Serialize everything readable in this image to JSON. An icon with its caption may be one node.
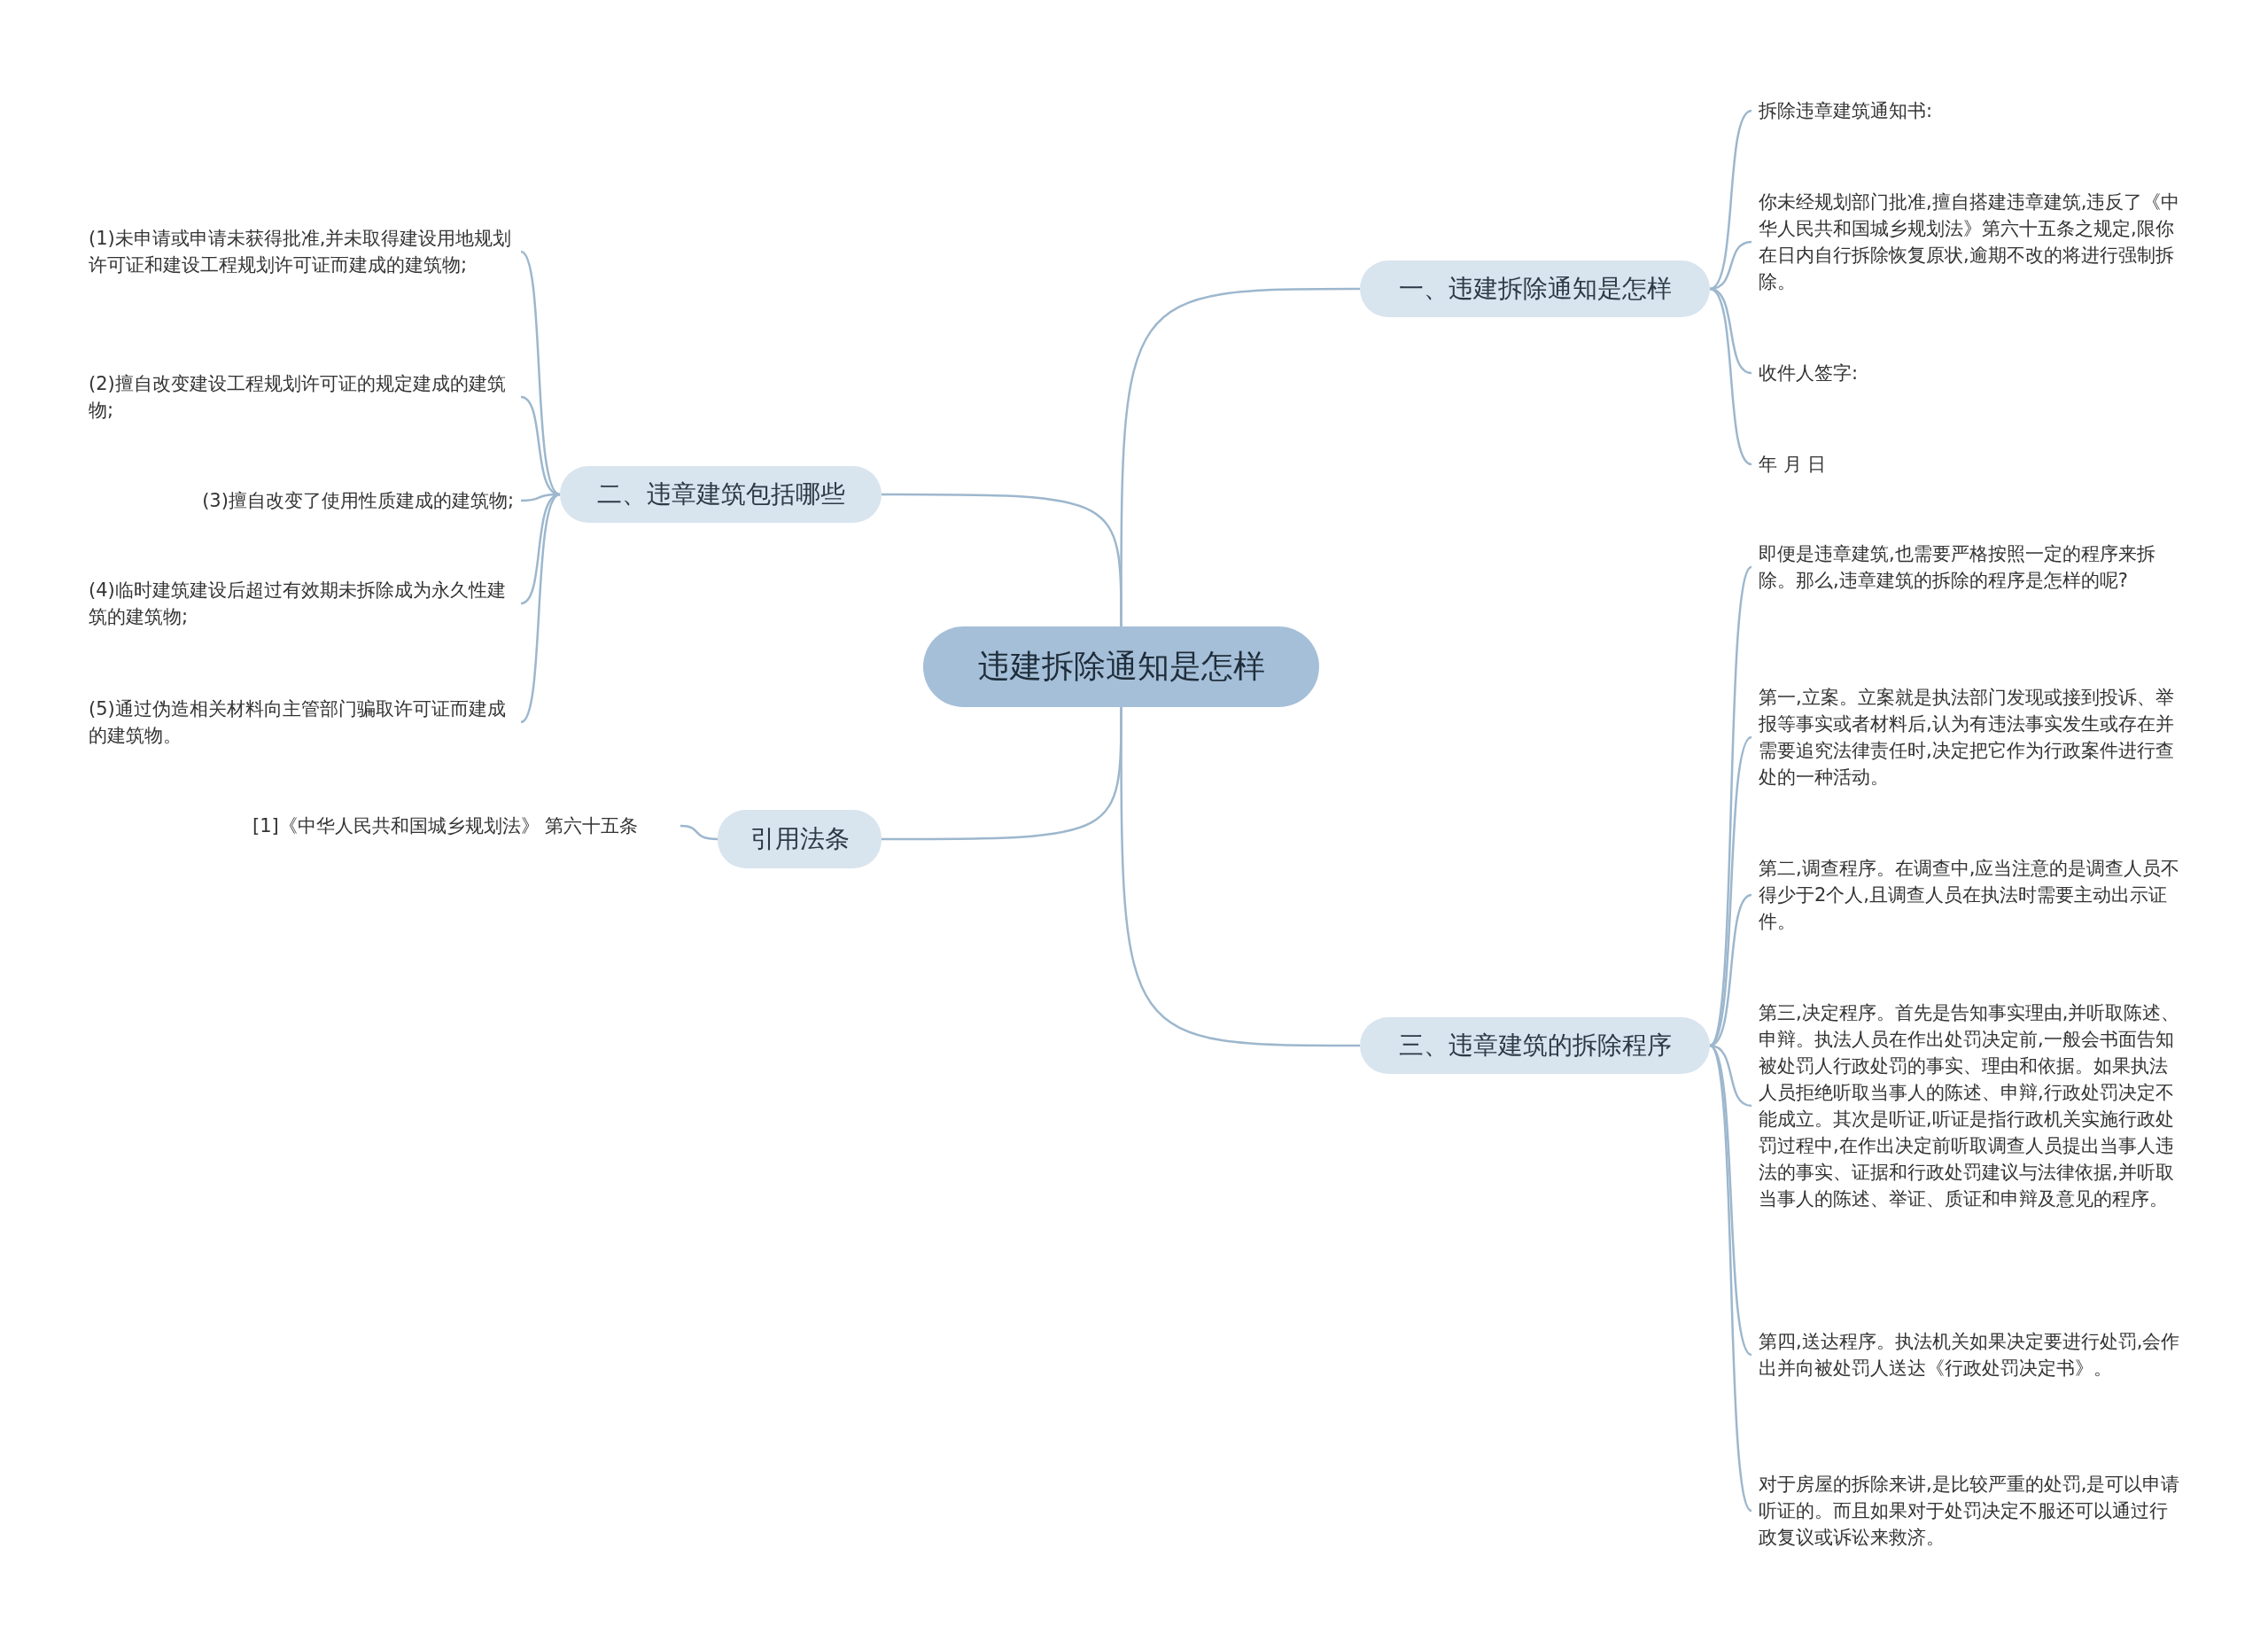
{
  "diagram": {
    "nodes": [
      {
        "text": [
          "违建拆除通知是怎样"
        ]
      },
      {
        "text": [
          "一、违建拆除通知是怎样"
        ]
      },
      {
        "text": [
          "拆除违章建筑通知书:"
        ]
      },
      {
        "text": [
          "你未经规划部门批准,擅自搭建违章建筑,违反了《中华人民共和国城乡规划法》第六十五条之规定,限你在日内自行拆除恢复原状,逾期不改的将进行强制拆除。"
        ]
      },
      {
        "text": [
          "收件人签字:"
        ]
      },
      {
        "text": [
          "年  月  日"
        ]
      },
      {
        "text": [
          "二、违章建筑包括哪些"
        ]
      },
      {
        "text": [
          "(1)未申请或申请未获得批准,并未取得建设用地规划许可证和建设工程规划许可证而建成的建筑物;"
        ]
      },
      {
        "text": [
          "(2)擅自改变建设工程规划许可证的规定建成的建筑物;"
        ]
      },
      {
        "text": [
          "(3)擅自改变了使用性质建成的建筑物;"
        ]
      },
      {
        "text": [
          "(4)临时建筑建设后超过有效期未拆除成为永久性建筑的建筑物;"
        ]
      },
      {
        "text": [
          "(5)通过伪造相关材料向主管部门骗取许可证而建成的建筑物。"
        ]
      },
      {
        "text": [
          "引用法条"
        ]
      },
      {
        "text": [
          "[1]《中华人民共和国城乡规划法》 第六十五条"
        ]
      },
      {
        "text": [
          "三、违章建筑的拆除程序"
        ]
      },
      {
        "text": [
          "即便是违章建筑,也需要严格按照一定的程序来拆除。那么,违章建筑的拆除的程序是怎样的呢?"
        ]
      },
      {
        "text": [
          "第一,立案。立案就是执法部门发现或接到投诉、举报等事实或者材料后,认为有违法事实发生或存在并需要追究法律责任时,决定把它作为行政案件进行查处的一种活动。"
        ]
      },
      {
        "text": [
          "第二,调查程序。在调查中,应当注意的是调查人员不得少于2个人,且调查人员在执法时需要主动出示证件。"
        ]
      },
      {
        "text": [
          "第三,决定程序。首先是告知事实理由,并听取陈述、申辩。执法人员在作出处罚决定前,一般会书面告知被处罚人行政处罚的事实、理由和依据。如果执法人员拒绝听取当事人的陈述、申辩,行政处罚决定不能成立。其次是听证,听证是指行政机关实施行政处罚过程中,在作出决定前听取调查人员提出当事人违法的事实、证据和行政处罚建议与法律依据,并听取当事人的陈述、举证、质证和申辩及意见的程序。"
        ]
      },
      {
        "text": [
          "第四,送达程序。执法机关如果决定要进行处罚,会作出并向被处罚人送达《行政处罚决定书》。"
        ]
      },
      {
        "text": [
          "对于房屋的拆除来讲,是比较严重的处罚,是可以申请听证的。而且如果对于处罚决定不服还可以通过行政复议或诉讼来救济。"
        ]
      }
    ],
    "edges": [
      {
        "from": 0,
        "to": 1,
        "arrow": "none"
      },
      {
        "from": 1,
        "to": 2,
        "arrow": "none"
      },
      {
        "from": 1,
        "to": 3,
        "arrow": "none"
      },
      {
        "from": 1,
        "to": 4,
        "arrow": "none"
      },
      {
        "from": 1,
        "to": 5,
        "arrow": "none"
      },
      {
        "from": 0,
        "to": 6,
        "arrow": "none"
      },
      {
        "from": 6,
        "to": 7,
        "arrow": "none"
      },
      {
        "from": 6,
        "to": 8,
        "arrow": "none"
      },
      {
        "from": 6,
        "to": 9,
        "arrow": "none"
      },
      {
        "from": 6,
        "to": 10,
        "arrow": "none"
      },
      {
        "from": 6,
        "to": 11,
        "arrow": "none"
      },
      {
        "from": 0,
        "to": 12,
        "arrow": "none"
      },
      {
        "from": 12,
        "to": 13,
        "arrow": "none"
      },
      {
        "from": 0,
        "to": 14,
        "arrow": "none"
      },
      {
        "from": 14,
        "to": 15,
        "arrow": "none"
      },
      {
        "from": 14,
        "to": 16,
        "arrow": "none"
      },
      {
        "from": 14,
        "to": 17,
        "arrow": "none"
      },
      {
        "from": 14,
        "to": 18,
        "arrow": "none"
      },
      {
        "from": 14,
        "to": 19,
        "arrow": "none"
      },
      {
        "from": 14,
        "to": 20,
        "arrow": "none"
      }
    ]
  }
}
